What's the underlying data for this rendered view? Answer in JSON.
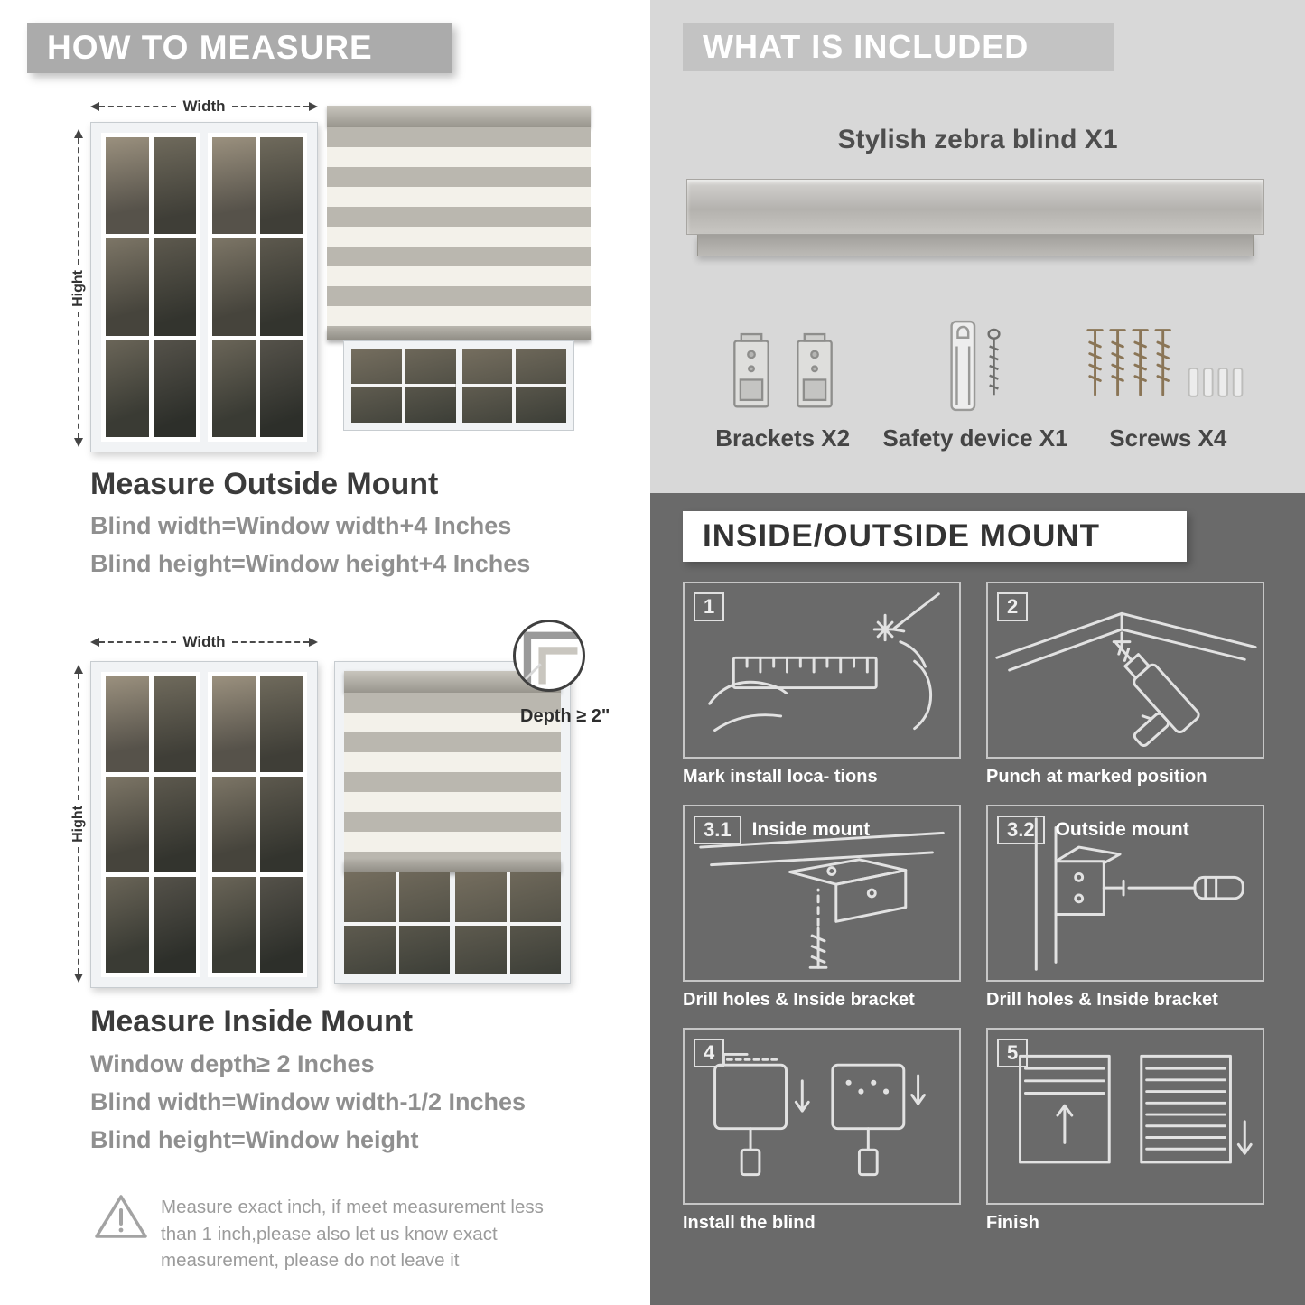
{
  "colors": {
    "banner_gray": "#ababab",
    "included_bg": "#d8d8d8",
    "included_banner": "#c3c3c3",
    "dark_section": "#6a6a6a",
    "stripe_gray": "#bab7af",
    "stripe_white": "#f3f1ea"
  },
  "left": {
    "header": "HOW TO MEASURE",
    "figure_labels": {
      "width": "Width",
      "height": "Hight"
    },
    "outside": {
      "title": "Measure Outside Mount",
      "line1": "Blind width=Window width+4 Inches",
      "line2": "Blind height=Window height+4 Inches"
    },
    "inside": {
      "depth_callout": "Depth ≥ 2\"",
      "title": "Measure Inside Mount",
      "line1": "Window depth≥ 2 Inches",
      "line2": "Blind width=Window width-1/2 Inches",
      "line3": "Blind height=Window height"
    },
    "note": "Measure exact inch, if meet measurement less than 1 inch,please also let us know exact measurement, please do not leave it"
  },
  "right": {
    "included": {
      "header": "WHAT IS INCLUDED",
      "blind_label": "Stylish zebra blind X1",
      "items": [
        {
          "label": "Brackets X2"
        },
        {
          "label": "Safety device X1"
        },
        {
          "label": "Screws X4"
        }
      ]
    },
    "mount": {
      "header": "INSIDE/OUTSIDE MOUNT",
      "steps": [
        {
          "num": "1",
          "label": "",
          "caption": "Mark install loca- tions"
        },
        {
          "num": "2",
          "label": "",
          "caption": "Punch at  marked position"
        },
        {
          "num": "3.1",
          "label": "Inside mount",
          "caption": "Drill holes &  Inside bracket"
        },
        {
          "num": "3.2",
          "label": "Outside mount",
          "caption": "Drill holes &  Inside bracket"
        },
        {
          "num": "4",
          "label": "",
          "caption": "Install the blind"
        },
        {
          "num": "5",
          "label": "",
          "caption": "Finish"
        }
      ]
    }
  }
}
